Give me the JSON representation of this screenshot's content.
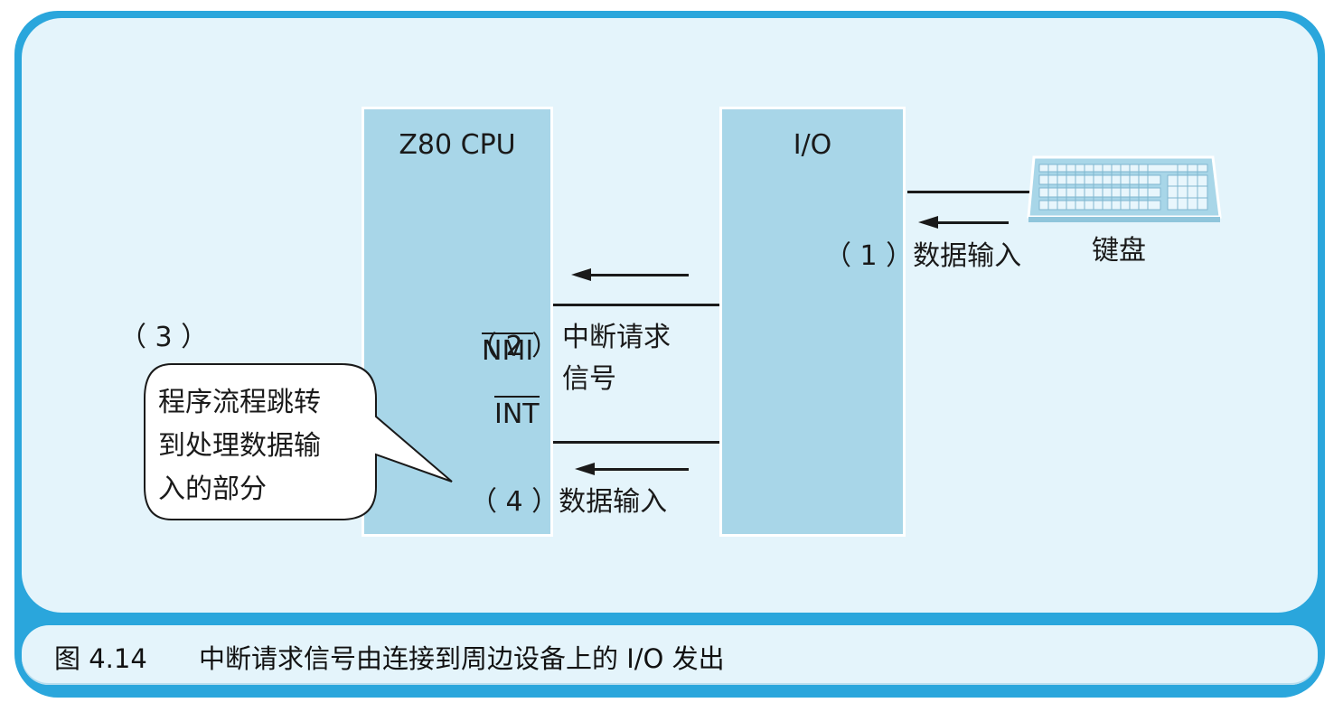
{
  "figure": {
    "caption_number": "图 4.14",
    "caption_title": "中断请求信号由连接到周边设备上的 I/O 发出"
  },
  "cpu": {
    "title": "Z80 CPU",
    "pin_nmi": "NMI",
    "pin_int": "INT"
  },
  "io": {
    "title": "I/O"
  },
  "keyboard": {
    "label": "键盘",
    "icon": "keyboard-icon"
  },
  "steps": {
    "step1": "（ 1 ）数据输入",
    "step2_num": "（ 2 ）",
    "step2_line1": "中断请求",
    "step2_line2": "信号",
    "step3_num": "（ 3 ）",
    "step3_line1": "程序流程跳转",
    "step3_line2": "到处理数据输",
    "step3_line3": "入的部分",
    "step4": "（ 4 ）数据输入"
  },
  "colors": {
    "frame": "#2aa6dc",
    "panel": "#e4f4fb",
    "block": "#a8d6e8",
    "ink": "#1a1a1a"
  }
}
